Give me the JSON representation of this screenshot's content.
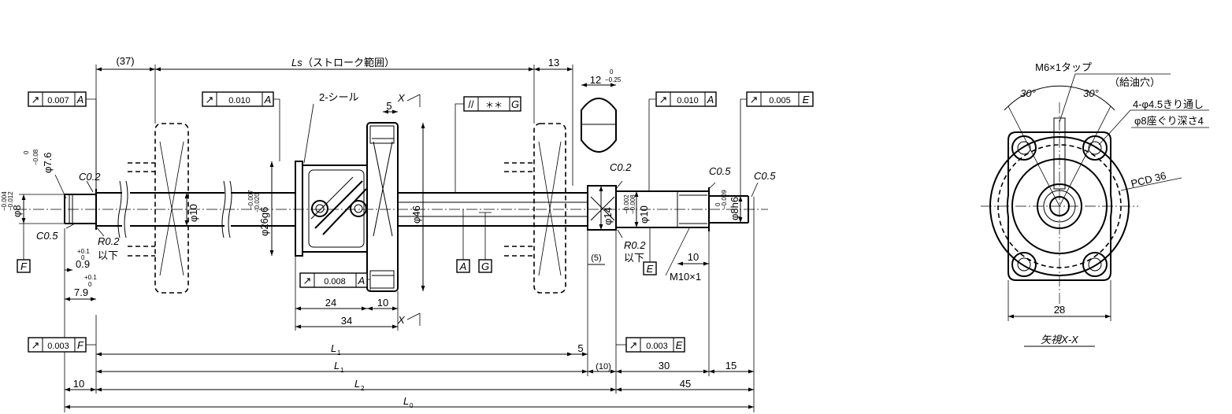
{
  "gdt_frames": {
    "f1": {
      "symbol": "↗",
      "value": "0.007",
      "datum": "A"
    },
    "f2": {
      "symbol": "↗",
      "value": "0.010",
      "datum": "A"
    },
    "f3": {
      "symbol": "//",
      "value": "＊＊",
      "datum": "G"
    },
    "f4": {
      "symbol": "↗",
      "value": "0.010",
      "datum": "A"
    },
    "f5": {
      "symbol": "↗",
      "value": "0.005",
      "datum": "E"
    },
    "f6": {
      "symbol": "↗",
      "value": "0.008",
      "datum": "A"
    },
    "f7": {
      "symbol": "↗",
      "value": "0.003",
      "datum": "F"
    },
    "f8": {
      "symbol": "↗",
      "value": "0.003",
      "datum": "E"
    }
  },
  "datums": {
    "F": "F",
    "A": "A",
    "G": "G",
    "E": "E"
  },
  "dims": {
    "d37": "(37)",
    "ls": "Ls",
    "stroke_range": "（ストローク範囲）",
    "d13": "13",
    "d12": "12",
    "d12_tol_top": "0",
    "d12_tol_bot": "−0.25",
    "seal": "2-シール",
    "d5_top": "5",
    "x_mark": "X",
    "phi76": "φ7.6",
    "phi76_tol_top": "0",
    "phi76_tol_bot": "−0.08",
    "phi8": "φ8",
    "phi8_tol_top": "−0.004",
    "phi8_tol_bot": "−0.012",
    "c02_left": "C0.2",
    "c05_left": "C0.5",
    "r02_left": "R0.2",
    "ika_left": "以下",
    "d09": "0.9",
    "d09_tol_top": "+0.1",
    "d09_tol_bot": "0",
    "d79": "7.9",
    "d79_tol_top": "+0.1",
    "d79_tol_bot": "0",
    "phi10_left": "φ10",
    "phi26": "φ26g6",
    "phi26_tol_top": "−0.007",
    "phi26_tol_bot": "−0.020",
    "phi46": "φ46",
    "d24": "24",
    "d10_nut": "10",
    "d34": "34",
    "phi14": "φ14",
    "c02_right": "C0.2",
    "d5_paren": "(5)",
    "phi10_right": "φ10",
    "phi10r_tol_top": "−0.002",
    "phi10r_tol_bot": "−0.008",
    "r02_right": "R0.2",
    "ika_right": "以下",
    "c05_r1": "C0.5",
    "c05_r2": "C0.5",
    "phi8h6": "φ8h6",
    "phi8h6_tol_top": "0",
    "phi8h6_tol_bot": "−0.009",
    "d10_thread": "10",
    "m10": "M10×1",
    "l1": "L",
    "l1_sub": "1",
    "d5_bottom": "5",
    "l2": "L",
    "l2_sub": "1",
    "d10_paren": "(10)",
    "d30": "30",
    "d15": "15",
    "d10_left": "10",
    "l3": "L",
    "l3_sub": "2",
    "d45": "45",
    "l0": "L",
    "l0_sub": "0"
  },
  "view": {
    "tap": "M6×1タップ",
    "oil": "（給油穴）",
    "angle1": "30°",
    "angle2": "30°",
    "holes": "4-φ4.5きり通し",
    "cbore": "φ8座ぐり深さ4",
    "pcd": "PCD 36",
    "width": "28",
    "caption": "矢視X-X"
  }
}
